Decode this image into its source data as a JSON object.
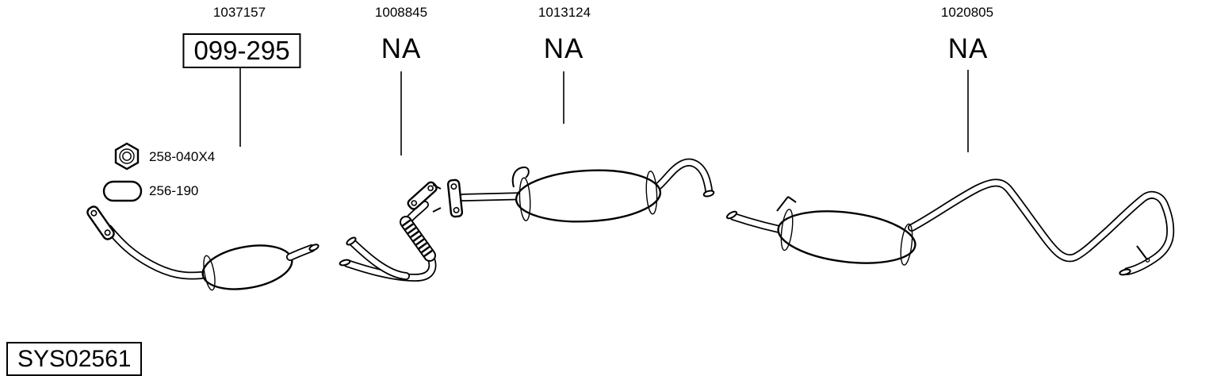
{
  "diagram": {
    "system_code": "SYS02561",
    "parts": [
      {
        "part_number": "1037157",
        "ref": "099-295",
        "ref_style": "boxed"
      },
      {
        "part_number": "1008845",
        "ref": "NA",
        "ref_style": "plain"
      },
      {
        "part_number": "1013124",
        "ref": "NA",
        "ref_style": "plain"
      },
      {
        "part_number": "1020805",
        "ref": "NA",
        "ref_style": "plain"
      }
    ],
    "hardware": [
      {
        "icon": "hex-nut-icon",
        "label": "258-040X4"
      },
      {
        "icon": "clamp-icon",
        "label": "256-190"
      }
    ],
    "colors": {
      "line": "#000000",
      "background": "#ffffff"
    }
  }
}
